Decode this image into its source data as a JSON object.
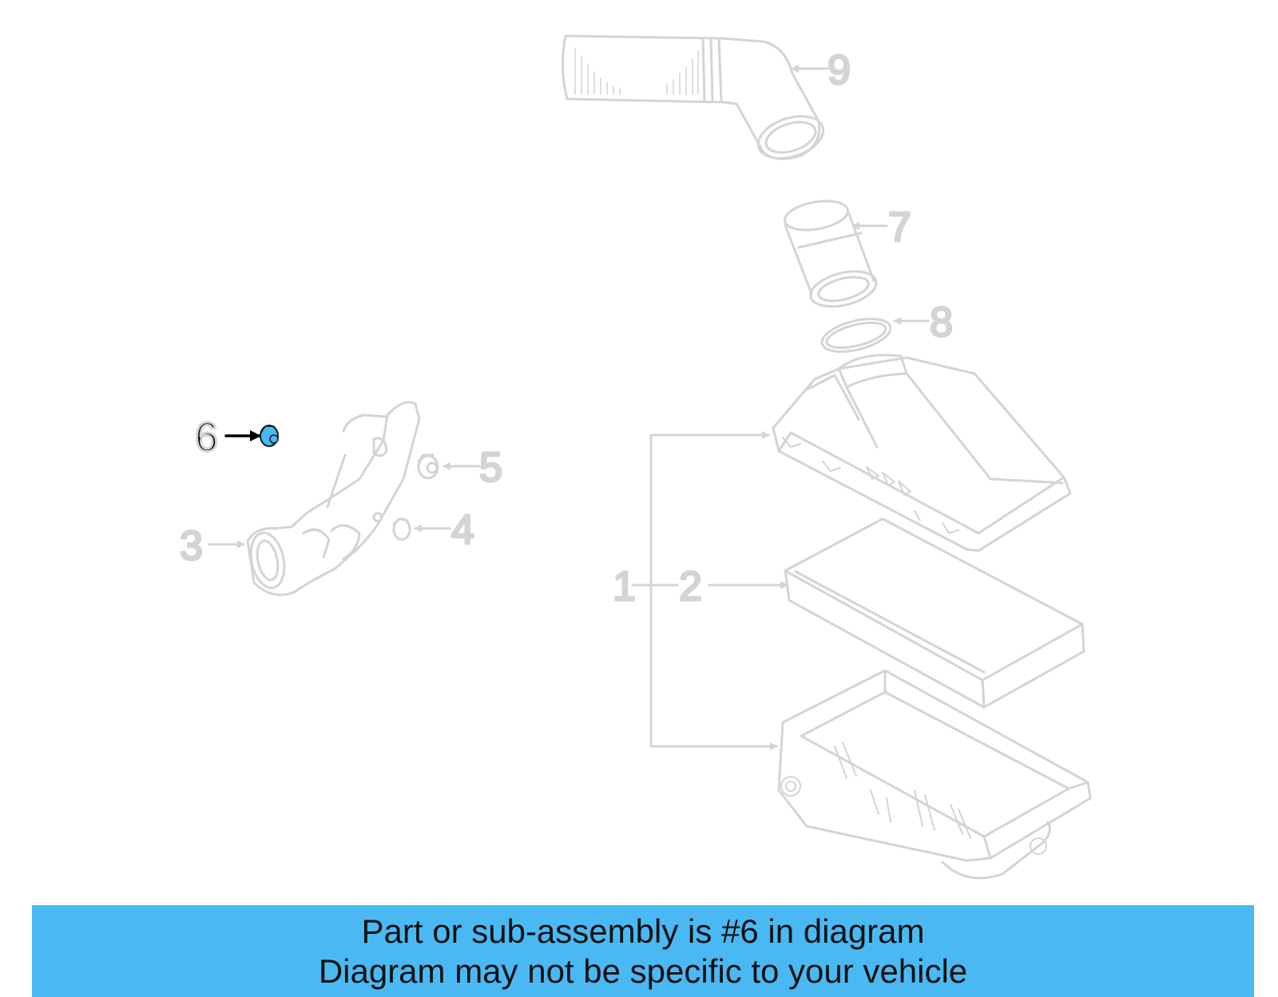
{
  "diagram": {
    "line_color": "#d4d4d4",
    "highlight_color": "#4ab9f3",
    "callouts": {
      "c1": "1",
      "c2": "2",
      "c3": "3",
      "c4": "4",
      "c5": "5",
      "c6": "6",
      "c7": "7",
      "c8": "8",
      "c9": "9"
    },
    "highlighted_part": "6"
  },
  "banner": {
    "background": "#4ab9f3",
    "line1": "Part or sub-assembly is #6 in diagram",
    "line2": "Diagram may not be specific to your vehicle"
  }
}
